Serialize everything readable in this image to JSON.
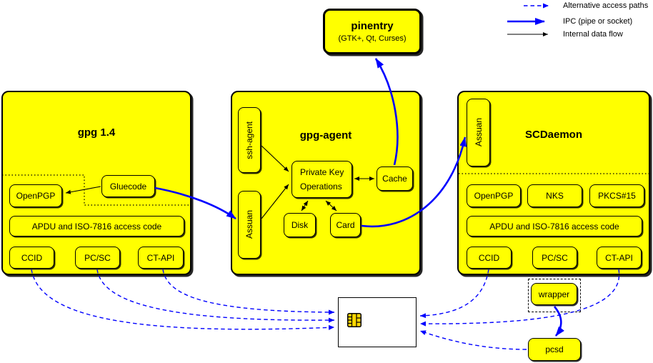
{
  "legend": {
    "items": [
      {
        "label": "Alternative access paths",
        "style": "dashed-blue-arrow"
      },
      {
        "label": "IPC (pipe or socket)",
        "style": "solid-blue-thick-arrow"
      },
      {
        "label": "Internal data flow",
        "style": "solid-black-thin-arrow"
      }
    ]
  },
  "pinentry": {
    "title": "pinentry",
    "subtitle": "(GTK+, Qt, Curses)"
  },
  "gpg14": {
    "title": "gpg 1.4",
    "openpgp": "OpenPGP",
    "gluecode": "Gluecode",
    "apdu": "APDU and ISO-7816 access code",
    "ccid": "CCID",
    "pcsc": "PC/SC",
    "ctapi": "CT-API"
  },
  "gpg_agent": {
    "title": "gpg-agent",
    "ssh_agent": "ssh-agent",
    "assuan": "Assuan",
    "pko_line1": "Private Key",
    "pko_line2": "Operations",
    "cache": "Cache",
    "disk": "Disk",
    "card": "Card"
  },
  "scdaemon": {
    "title": "SCDaemon",
    "assuan": "Assuan",
    "openpgp": "OpenPGP",
    "nks": "NKS",
    "pkcs15": "PKCS#15",
    "apdu": "APDU and ISO-7816 access code",
    "ccid": "CCID",
    "pcsc": "PC/SC",
    "ctapi": "CT-API"
  },
  "bottom": {
    "wrapper": "wrapper",
    "pcsd": "pcsd"
  },
  "icons": {
    "smartcard_chip": "smartcard-chip-icon"
  },
  "colors": {
    "node_fill": "#ffff00",
    "line_blue": "#0000ff",
    "line_black": "#000000",
    "chip_gold": "#ffd700"
  }
}
